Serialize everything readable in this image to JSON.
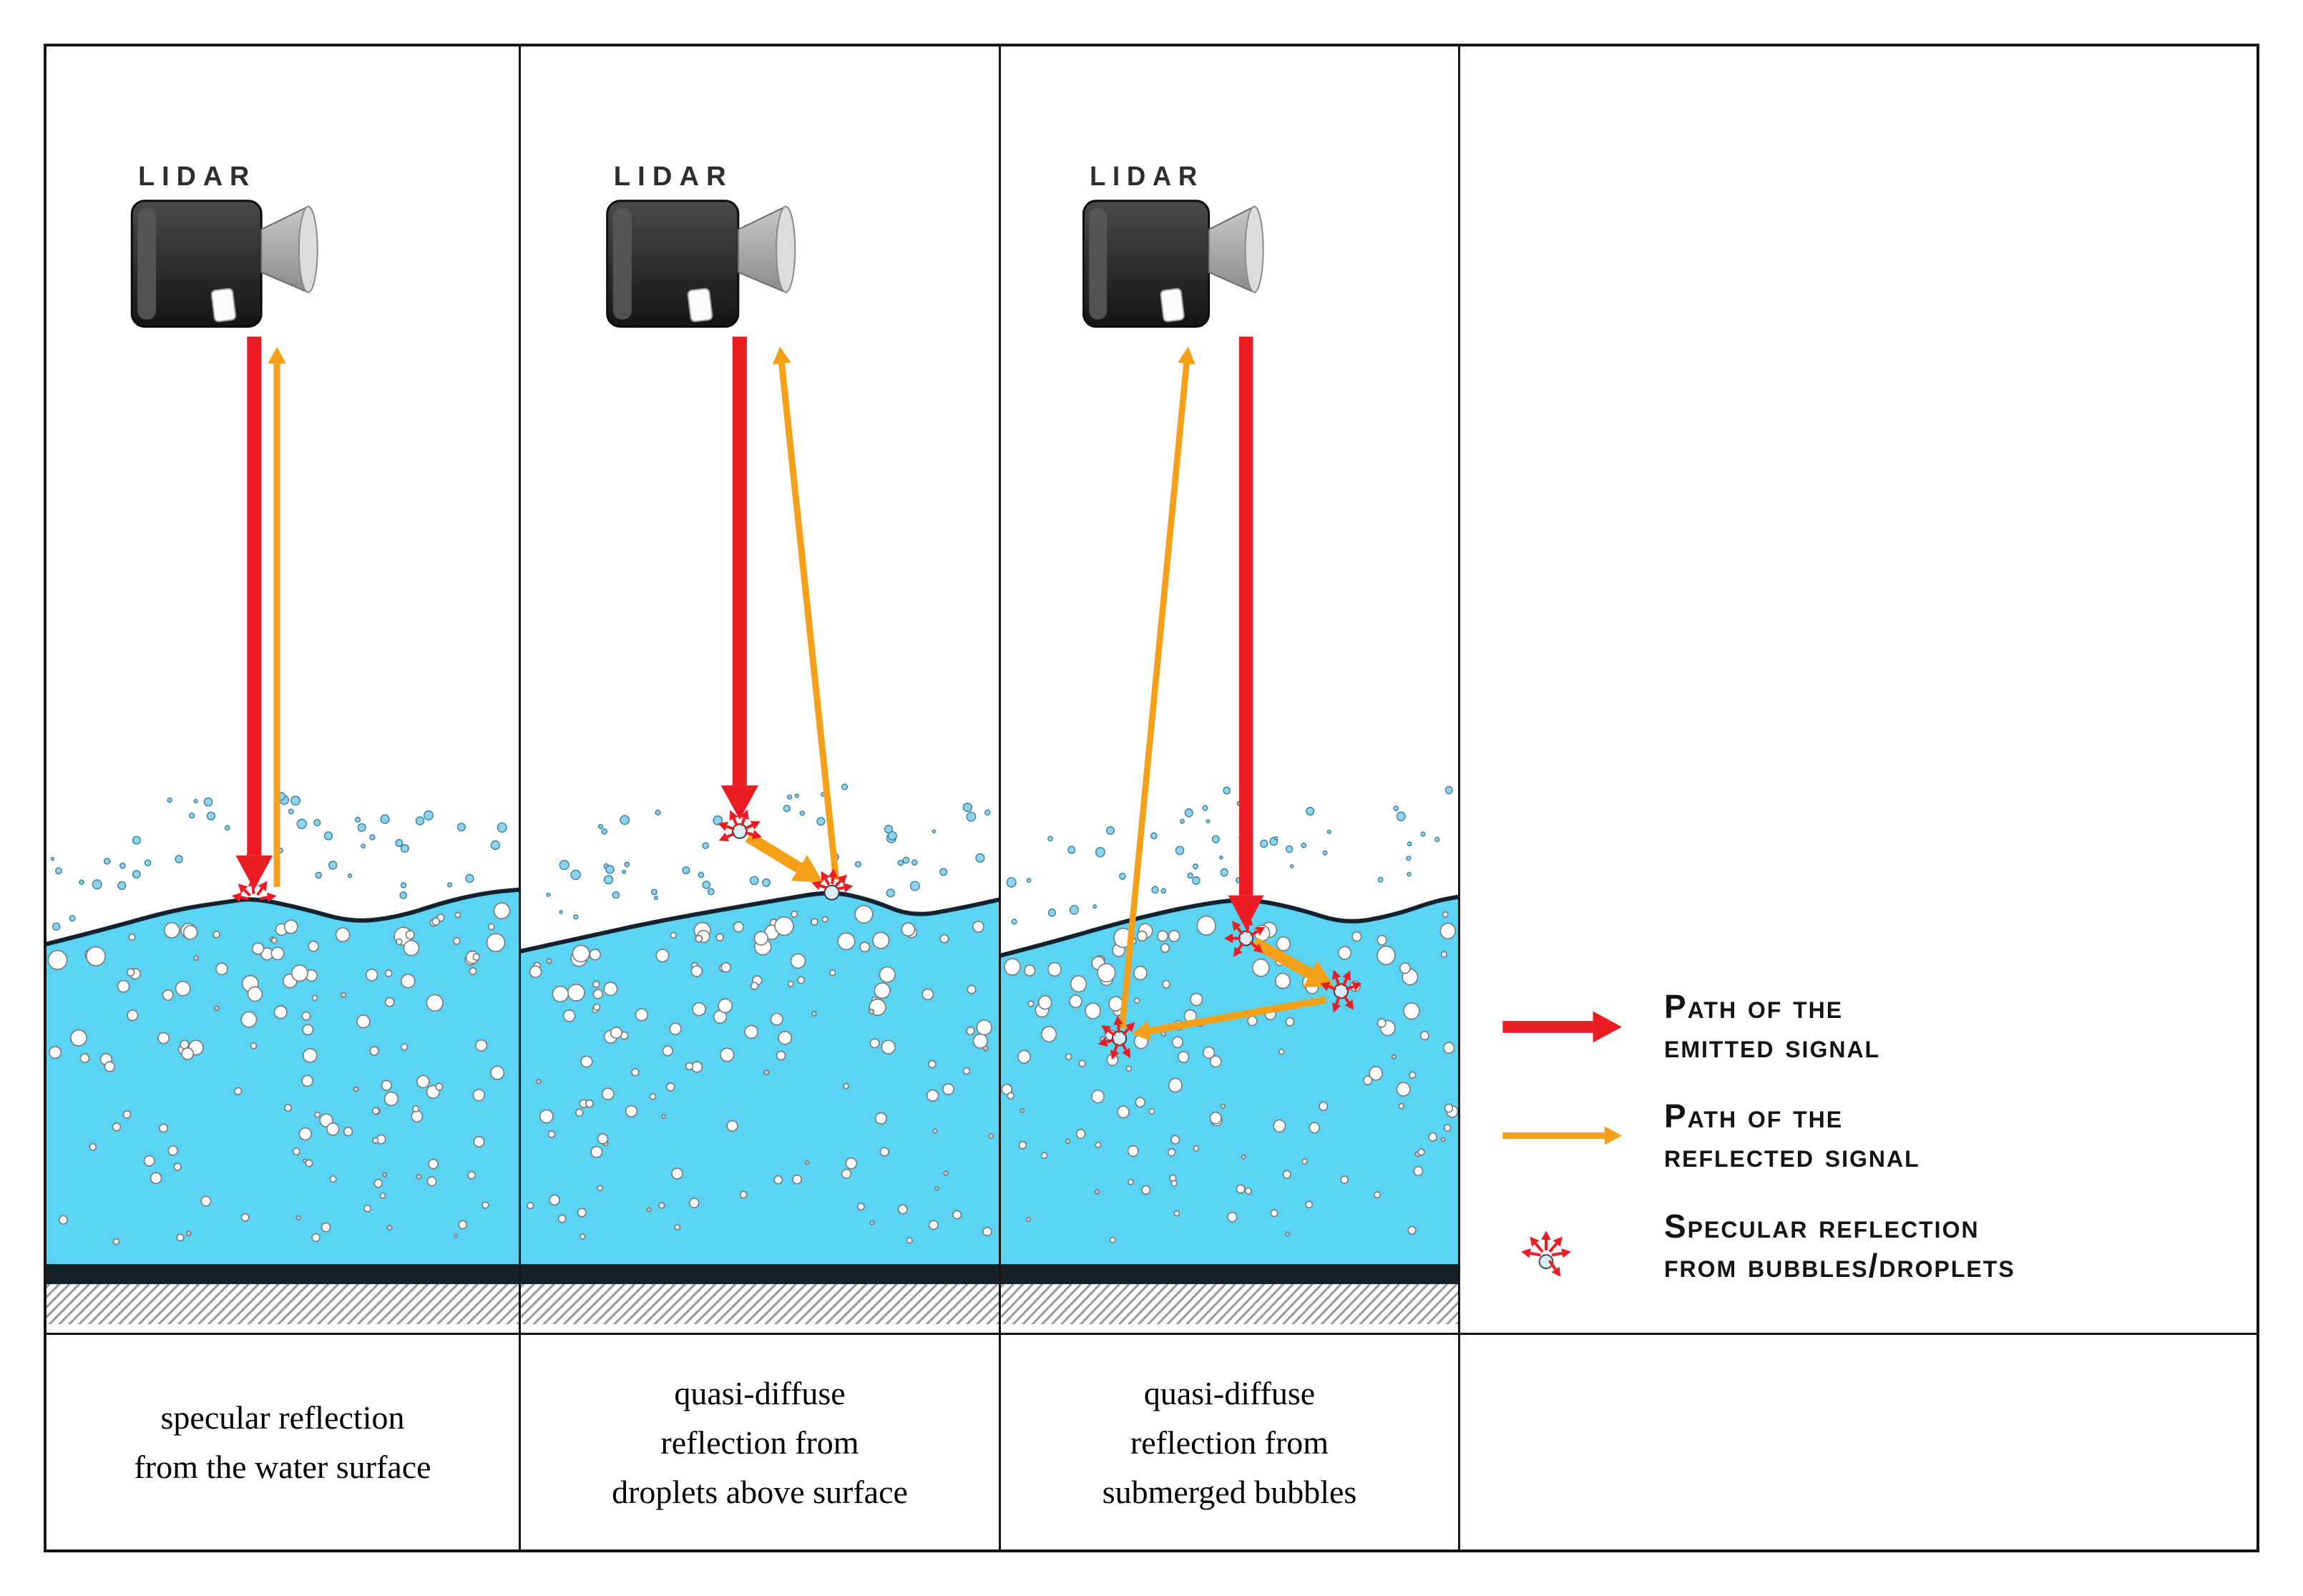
{
  "panels": [
    {
      "device_label": "LIDAR",
      "caption": "specular reflection\nfrom the water surface"
    },
    {
      "device_label": "LIDAR",
      "caption": "quasi-diffuse\nreflection from\ndroplets above surface"
    },
    {
      "device_label": "LIDAR",
      "caption": "quasi-diffuse\nreflection from\nsubmerged bubbles"
    }
  ],
  "legend": {
    "items": [
      {
        "icon": "emitted-signal-arrow",
        "label": "Path of the\nemitted signal"
      },
      {
        "icon": "reflected-signal-arrow",
        "label": "Path of the\nreflected signal"
      },
      {
        "icon": "specular-reflection-burst",
        "label": "Specular reflection\nfrom bubbles/droplets"
      }
    ]
  },
  "colors": {
    "emitted_signal": "#ec1c24",
    "reflected_signal": "#f6a01a",
    "water": "#5bd4f4",
    "surface_line": "#14222e",
    "ground": "#15222c",
    "bubble_fill": "#ffffff",
    "spray_fill": "#8fd2ec"
  }
}
